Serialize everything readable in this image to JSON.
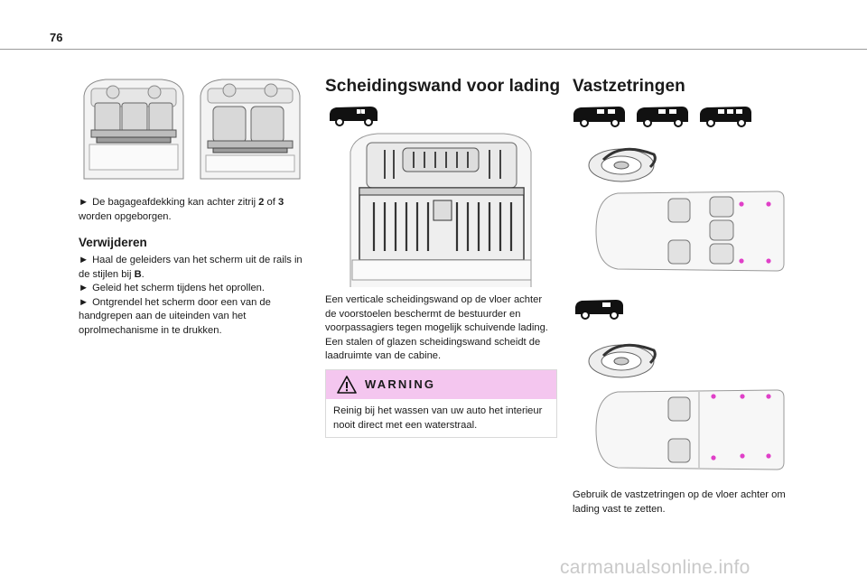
{
  "page": {
    "number": "76"
  },
  "col1": {
    "caption_parts": [
      "De bagageafdekking kan achter zitrij ",
      "2",
      " of ",
      "3",
      " worden opgeborgen."
    ],
    "subheading": "Verwijderen",
    "bullets": [
      {
        "parts": [
          "Haal de geleiders van het scherm uit de rails in de stijlen bij ",
          "B",
          "."
        ]
      },
      {
        "parts": [
          "Geleid het scherm tijdens het oprollen."
        ]
      },
      {
        "parts": [
          "Ontgrendel het scherm door een van de handgrepen aan de uiteinden van het oprolmechanisme in te drukken."
        ]
      }
    ],
    "bullet_symbol": "►"
  },
  "col2": {
    "heading": "Scheidingswand voor lading",
    "paragraph": "Een verticale scheidingswand op de vloer achter de voorstoelen beschermt de bestuurder en voorpassagiers tegen mogelijk schuivende lading. Een stalen of glazen scheidingswand scheidt de laadruimte van de cabine.",
    "warning": {
      "title": "WARNING",
      "text": "Reinig bij het wassen van uw auto het interieur nooit direct met een waterstraal."
    }
  },
  "col3": {
    "heading": "Vastzetringen",
    "caption": "Gebruik de vastzetringen op de vloer achter om lading vast te zetten."
  },
  "watermark": "carmanualsonline.info",
  "colors": {
    "warning_bg": "#f4c6ef",
    "anchor_dot": "#e040c8",
    "rule": "#9a9a9a"
  }
}
